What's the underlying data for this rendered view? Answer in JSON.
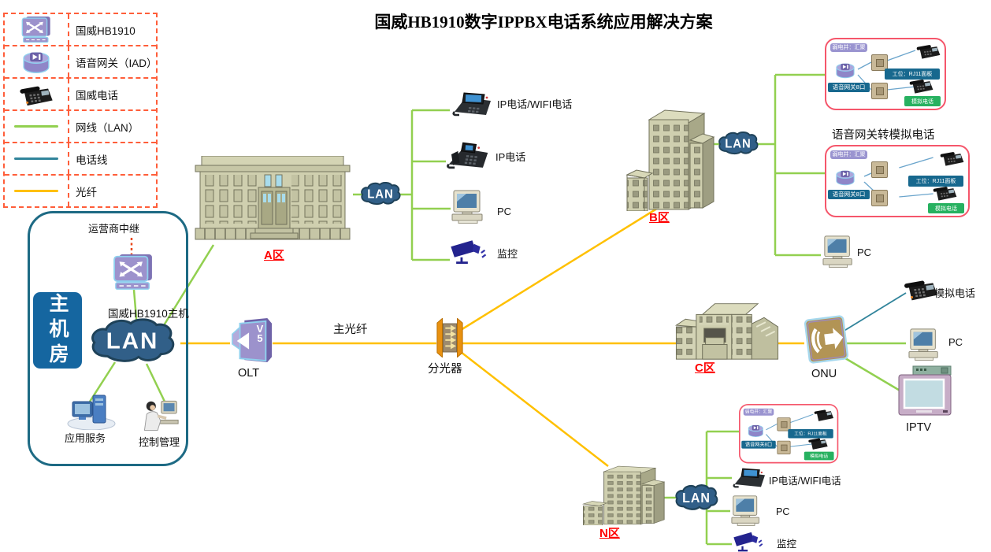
{
  "title": "国威HB1910数字IPPBX电话系统应用解决方案",
  "legend": {
    "items": [
      {
        "icon": "hb1910-switch-icon",
        "label": "国威HB1910"
      },
      {
        "icon": "voice-gateway-iad-icon",
        "label": "语音网关（IAD）"
      },
      {
        "icon": "desk-phone-icon",
        "label": "国威电话"
      },
      {
        "icon": "lan-line-swatch",
        "label": "网线（LAN）"
      },
      {
        "icon": "phone-line-swatch",
        "label": "电话线"
      },
      {
        "icon": "fiber-line-swatch",
        "label": "光纤"
      }
    ]
  },
  "hub": {
    "room_label": "主机房",
    "trunk_label": "运营商中继",
    "host_label": "国威HB1910主机",
    "lan_label": "LAN",
    "app_server_label": "应用服务",
    "control_label": "控制管理"
  },
  "backbone": {
    "olt_label": "OLT",
    "olt_glyph": "V5",
    "main_fiber_label": "主光纤",
    "splitter_label": "分光器"
  },
  "zone_a": {
    "label": "A区",
    "lan_label": "LAN",
    "device_labels": [
      "IP电话/WIFI电话",
      "IP电话",
      "PC",
      "监控"
    ]
  },
  "zone_b": {
    "label": "B区",
    "lan_label": "LAN",
    "gateway_caption": "语音网关转模拟电话",
    "pc_label": "PC"
  },
  "gateway_box": {
    "riser_label": "弱电井：汇聚",
    "gateway_label": "语音网关8口",
    "workstation_label": "工位：RJ11面板",
    "analog_label": "模拟电话"
  },
  "zone_c": {
    "label": "C区",
    "onu_label": "ONU",
    "analog_label": "模拟电话",
    "pc_label": "PC",
    "iptv_label": "IPTV"
  },
  "zone_n": {
    "label": "N区",
    "lan_label": "LAN",
    "device_labels": [
      "IP电话/WIFI电话",
      "PC",
      "监控"
    ]
  },
  "colors": {
    "lan_line": "#92D050",
    "phone_line": "#31849B",
    "fiber_line": "#FFC000",
    "zone_label": "#FF0000",
    "cloud_fill": "#315F88",
    "legend_border": "#FF5E3A"
  }
}
